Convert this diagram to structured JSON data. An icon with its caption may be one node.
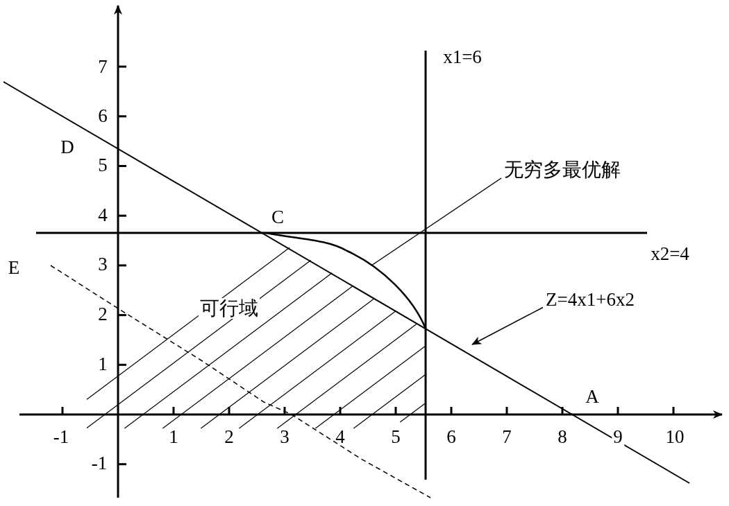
{
  "diagram": {
    "nodes": [
      {
        "text": [
          "无穷多最优解"
        ]
      },
      {
        "text": [
          "Z=4x1+6x2"
        ]
      }
    ],
    "edges": [
      {
        "from": 0,
        "to": null,
        "arrow": "none"
      },
      {
        "from": 1,
        "to": null,
        "arrow": "to"
      }
    ],
    "labels": [
      "7",
      "x1=6",
      "6",
      "D",
      "5",
      "4",
      "C",
      "3",
      "x2=4",
      "E",
      "2",
      "可行域",
      "1",
      "A",
      "-1",
      "1",
      "2",
      "3",
      "4",
      "5",
      "6",
      "7",
      "8",
      "9",
      "10",
      "-1"
    ]
  }
}
